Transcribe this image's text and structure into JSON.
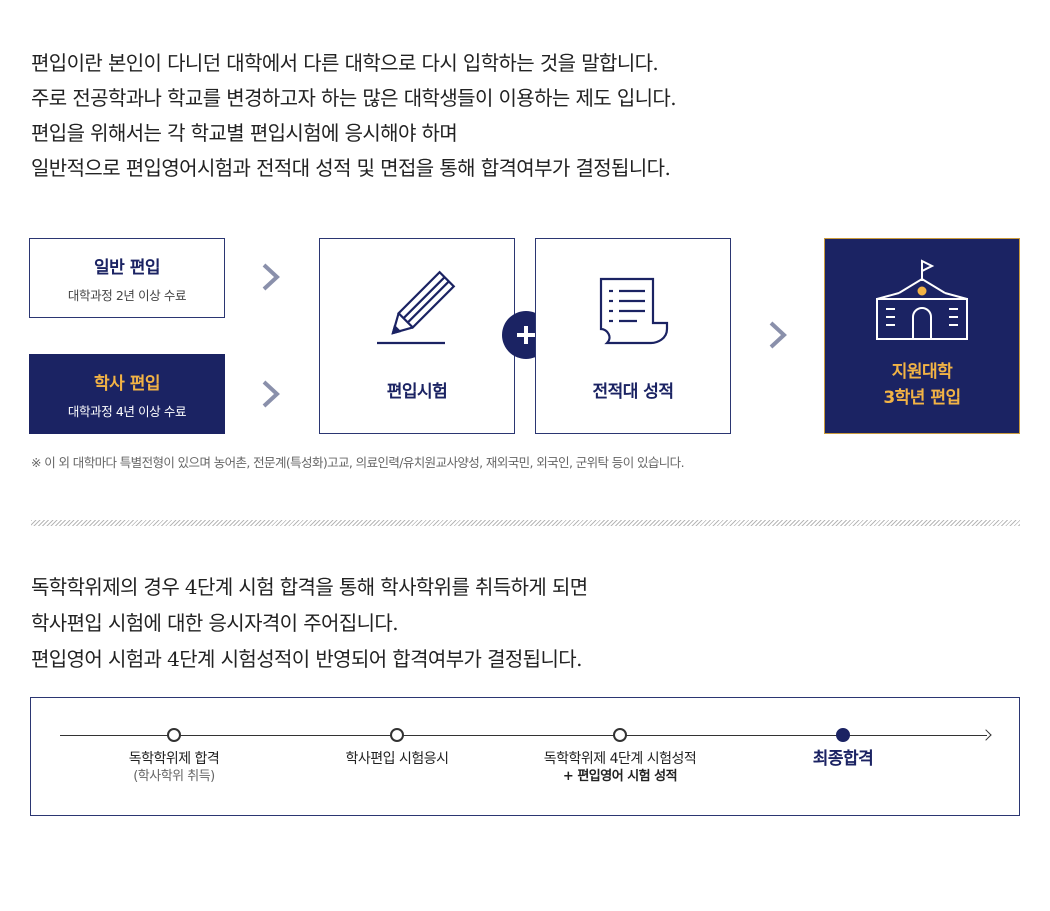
{
  "intro": {
    "lines": [
      "편입이란 본인이 다니던 대학에서 다른 대학으로 다시 입학하는 것을 말합니다.",
      "주로 전공학과나 학교를 변경하고자 하는 많은 대학생들이 이용하는 제도 입니다.",
      "편입을 위해서는 각 학교별 편입시험에 응시해야 하며",
      "일반적으로 편입영어시험과 전적대 성적 및 면접을 통해 합격여부가 결정됩니다."
    ]
  },
  "types": [
    {
      "title": "일반 편입",
      "desc": "대학과정 2년 이상 수료"
    },
    {
      "title": "학사 편입",
      "desc": "대학과정 4년 이상 수료"
    }
  ],
  "steps": {
    "exam": {
      "label": "편입시험",
      "icon": "pencil-icon"
    },
    "plus_icon": "plus-icon",
    "grades": {
      "label": "전적대 성적",
      "icon": "document-list-icon"
    },
    "result": {
      "line1": "지원대학",
      "line2": "3학년 편입",
      "icon": "school-building-icon"
    }
  },
  "note": "※ 이 외 대학마다 특별전형이 있으며 농어촌, 전문계(특성화)고교, 의료인력/유치원교사양성, 재외국민, 외국인, 군위탁 등이 있습니다.",
  "intro2": {
    "lines": [
      "독학학위제의 경우 4단계 시험 합격을 통해 학사학위를 취득하게 되면",
      "학사편입 시험에 대한 응시자격이 주어집니다.",
      "편입영어 시험과 4단계 시험성적이 반영되어 합격여부가 결정됩니다."
    ]
  },
  "timeline": [
    {
      "label": "독학학위제 합격",
      "sub": "(학사학위 취득)"
    },
    {
      "label": "학사편입 시험응시",
      "sub": ""
    },
    {
      "label": "독학학위제 4단계 시험성적",
      "sub": "+ 편입영어 시험 성적"
    },
    {
      "label": "최종합격",
      "sub": ""
    }
  ],
  "colors": {
    "navy": "#1b2363",
    "gold": "#f2b345",
    "border": "#2b3672"
  }
}
